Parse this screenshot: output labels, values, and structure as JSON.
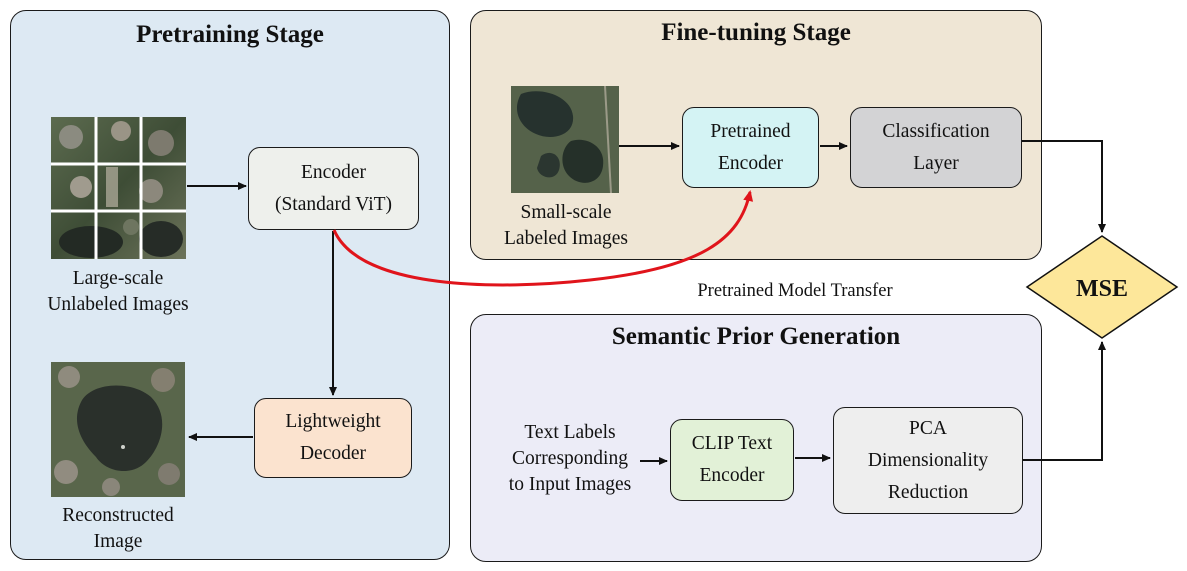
{
  "pretraining": {
    "title": "Pretraining Stage",
    "encoder": {
      "line1": "Encoder",
      "line2": "(Standard ViT)"
    },
    "decoder": {
      "line1": "Lightweight",
      "line2": "Decoder"
    },
    "input_caption": {
      "line1": "Large-scale",
      "line2": "Unlabeled Images"
    },
    "output_caption": {
      "line1": "Reconstructed",
      "line2": "Image"
    }
  },
  "finetuning": {
    "title": "Fine-tuning Stage",
    "input_caption": {
      "line1": "Small-scale",
      "line2": "Labeled Images"
    },
    "pretrained_encoder": {
      "line1": "Pretrained",
      "line2": "Encoder"
    },
    "classification_layer": {
      "line1": "Classification",
      "line2": "Layer"
    }
  },
  "transfer_label": "Pretrained Model Transfer",
  "semantic": {
    "title": "Semantic Prior Generation",
    "input_text": {
      "line1": "Text Labels",
      "line2": "Corresponding",
      "line3": "to Input Images"
    },
    "clip_encoder": {
      "line1": "CLIP Text",
      "line2": "Encoder"
    },
    "pca": {
      "line1": "PCA",
      "line2": "Dimensionality",
      "line3": "Reduction"
    }
  },
  "mse": {
    "label": "MSE"
  },
  "colors": {
    "pretraining_bg": "#dde9f3",
    "finetuning_bg": "#efe6d5",
    "semantic_bg": "#ececf7",
    "encoder_fill": "#eef0ec",
    "decoder_fill": "#fbe3cf",
    "pretrained_encoder_fill": "#d4f3f4",
    "classification_fill": "#d3d3d5",
    "clip_fill": "#e2f1d7",
    "pca_fill": "#eeeeee",
    "mse_fill": "#fde79a",
    "transfer_arrow": "#e0141b"
  }
}
